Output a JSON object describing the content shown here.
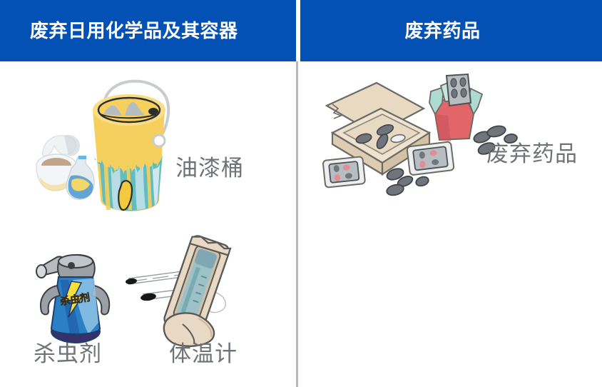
{
  "page": {
    "background_color": "#ffffff",
    "accent_color": "#0351b5",
    "label_color": "#6f7276",
    "divider_color": "#b9b9b9"
  },
  "header": {
    "left_title": "废弃日用化学品及其容器",
    "right_title": "废弃药品"
  },
  "panels": {
    "left": {
      "items": [
        {
          "label": "油漆桶",
          "icon": "paint-bucket-icon"
        },
        {
          "label": "杀虫剂",
          "icon": "insecticide-spray-can-icon"
        },
        {
          "label": "体温计",
          "icon": "mercury-thermometer-icon"
        }
      ],
      "secondary_art": "spilled-paint-can-and-bottle-icon"
    },
    "right": {
      "items": [
        {
          "label": "废弃药品",
          "icon": "medicine-box-with-pills-icon"
        }
      ]
    }
  },
  "artwork_colors": {
    "bucket_yellow": "#f5d05e",
    "bucket_yellow_light": "#f8dd86",
    "paint_teal": "#63bcbd",
    "paint_teal_light": "#aed9e2",
    "spray_blue": "#2b7fc4",
    "spray_blue_dark": "#1c4f9c",
    "spray_gray": "#9ba0a6",
    "cardboard": "#e8d9c2",
    "cardboard_edge": "#cbb79b",
    "box_red": "#e2656a",
    "box_mint": "#a9d9d3",
    "pill_gray": "#7b8086",
    "outline": "#555a60"
  }
}
